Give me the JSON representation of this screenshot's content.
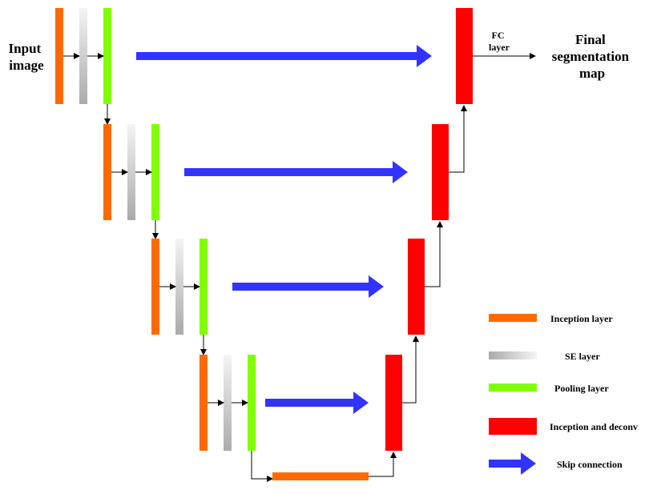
{
  "labels": {
    "input_line1": "Input",
    "input_line2": "image",
    "fc_line1": "FC",
    "fc_line2": "layer",
    "final_line1": "Final",
    "final_line2": "segmentation",
    "final_line3": "map"
  },
  "legend": [
    {
      "label": "Inception layer",
      "shape": "orange-bar"
    },
    {
      "label": "SE layer",
      "shape": "gray-gradient-bar"
    },
    {
      "label": "Pooling layer",
      "shape": "green-bar"
    },
    {
      "label": "Inception and deconv",
      "shape": "red-block"
    },
    {
      "label": "Skip connection",
      "shape": "blue-arrow"
    }
  ],
  "colors": {
    "inception": "#ff6a00",
    "se_light": "#f2f2f2",
    "se_dark": "#b0b0b0",
    "pooling": "#80ff00",
    "deconv": "#ff0000",
    "skip": "#3333ff",
    "line": "#000000"
  },
  "levels": 4
}
